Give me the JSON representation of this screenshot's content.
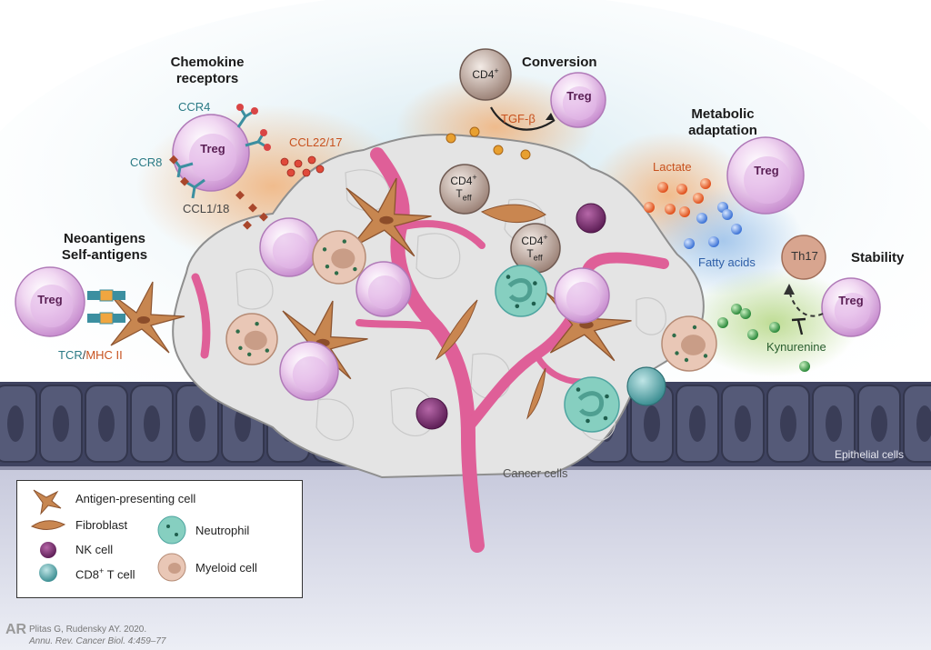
{
  "labels": {
    "chemokine_receptors": "Chemokine\nreceptors",
    "ccr4": "CCR4",
    "ccr8": "CCR8",
    "ccl22_17": "CCL22/17",
    "ccl1_18": "CCL1/18",
    "neoantigens": "Neoantigens\nSelf-antigens",
    "tcr": "TCR",
    "slash": "/",
    "mhc": "MHC II",
    "conversion": "Conversion",
    "tgf": "TGF-β",
    "metabolic": "Metabolic\nadaptation",
    "lactate": "Lactate",
    "fatty_acids": "Fatty acids",
    "stability": "Stability",
    "th17": "Th17",
    "kynurenine": "Kynurenine",
    "epithelial": "Epithelial cells",
    "cancer_cells": "Cancer cells",
    "treg": "Treg",
    "cd4": "CD4",
    "cd4_sup": "+",
    "teff_main": "T",
    "teff_sub": "eff"
  },
  "legend": {
    "items": [
      {
        "label": "Antigen-presenting cell"
      },
      {
        "label": "Fibroblast"
      },
      {
        "label": "NK cell"
      },
      {
        "label": "CD8",
        "sup": "+",
        "suffix": " T cell"
      },
      {
        "label": "Neutrophil"
      },
      {
        "label": "Myeloid cell"
      }
    ]
  },
  "citation": {
    "line1": "Plitas G, Rudensky AY. 2020.",
    "line2": "Annu. Rev. Cancer Biol. 4:459–77"
  },
  "colors": {
    "treg": "#c98fd0",
    "vessel": "#e0609a",
    "apc": "#c78650",
    "nk": "#7e2f73",
    "cd8": "#4ea5a8",
    "neutrophil": "#86cfc0",
    "myeloid": "#e9c7b6",
    "epithelium": "#4a4e6b",
    "tumor": "#e2e2e2"
  }
}
